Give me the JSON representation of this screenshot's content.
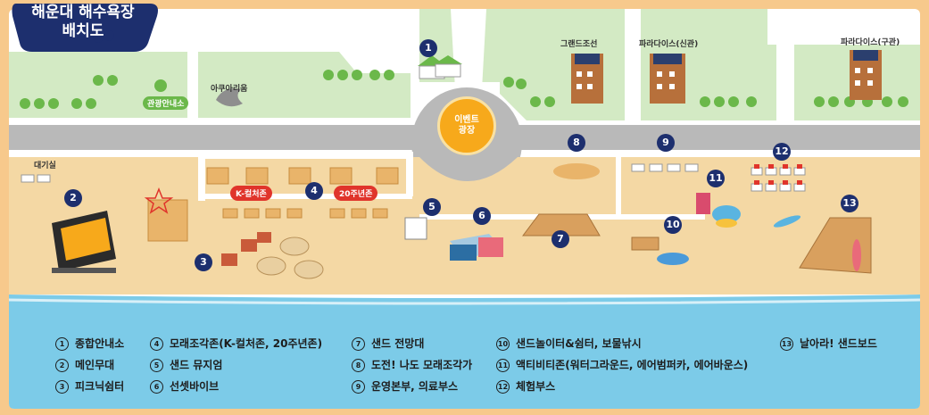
{
  "title": {
    "line1": "해운대 해수욕장",
    "line2": "배치도"
  },
  "colors": {
    "navy": "#1d2f6e",
    "sea": "#7ccbe8",
    "sand": "#f4d8a4",
    "grass": "#d3eac4",
    "road": "#b9b9b9",
    "plaza": "#f7a91b",
    "zone_red": "#e0342b",
    "frame": "#f7c98c"
  },
  "map_labels": {
    "info_center": "관광안내소",
    "aqua_arium": "아쿠아리움",
    "grand_chosun": "그랜드조선",
    "paradise_new": "파라다이스(신관)",
    "paradise_old": "파라다이스(구관)",
    "waiting_room": "대기실",
    "event_plaza_line1": "이벤트",
    "event_plaza_line2": "광장",
    "k_culture_zone": "K-컬처존",
    "twentieth_zone": "20주년존"
  },
  "markers": [
    "1",
    "2",
    "3",
    "4",
    "5",
    "6",
    "7",
    "8",
    "9",
    "10",
    "11",
    "12",
    "13"
  ],
  "legend": [
    {
      "num": "1",
      "text": "종합안내소"
    },
    {
      "num": "2",
      "text": "메인무대"
    },
    {
      "num": "3",
      "text": "피크닉쉼터"
    },
    {
      "num": "4",
      "text": "모래조각존(K-컬처존, 20주년존)"
    },
    {
      "num": "5",
      "text": "샌드 뮤지엄"
    },
    {
      "num": "6",
      "text": "선셋바이브"
    },
    {
      "num": "7",
      "text": "샌드 전망대"
    },
    {
      "num": "8",
      "text": "도전! 나도 모래조각가"
    },
    {
      "num": "9",
      "text": "운영본부, 의료부스"
    },
    {
      "num": "10",
      "text": "샌드놀이터&쉼터, 보물낚시"
    },
    {
      "num": "11",
      "text": "액티비티존(워터그라운드, 에어범퍼카, 에어바운스)"
    },
    {
      "num": "12",
      "text": "체험부스"
    },
    {
      "num": "13",
      "text": "날아라! 샌드보드"
    }
  ]
}
